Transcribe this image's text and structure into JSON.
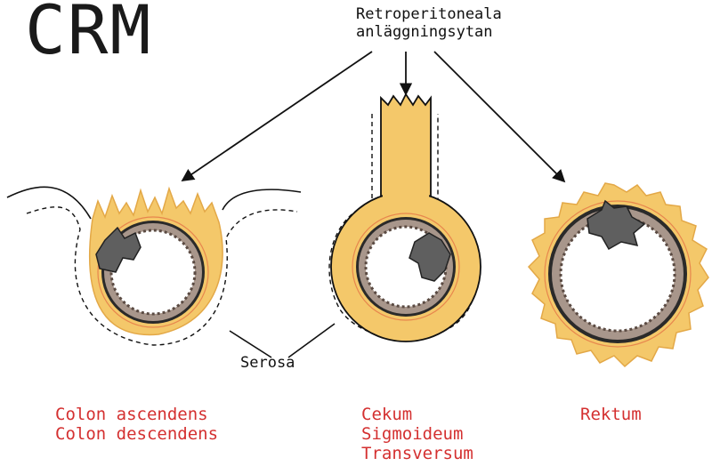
{
  "title": "CRM",
  "labels": {
    "retroperitoneal_line1": "Retroperitoneala",
    "retroperitoneal_line2": "anläggningsytan",
    "serosa": "Serosa"
  },
  "captions": {
    "left": [
      "Colon ascendens",
      "Colon descendens"
    ],
    "middle": [
      "Cekum",
      "Sigmoideum",
      "Transversum"
    ],
    "right": [
      "Rektum"
    ]
  },
  "colors": {
    "fat": "#f4c86a",
    "fat_edge": "#e3a847",
    "wall": "#a8968b",
    "lumen": "#ffffff",
    "tumor": "#5f5f5f",
    "caption": "#d43030",
    "ink": "#111111"
  }
}
